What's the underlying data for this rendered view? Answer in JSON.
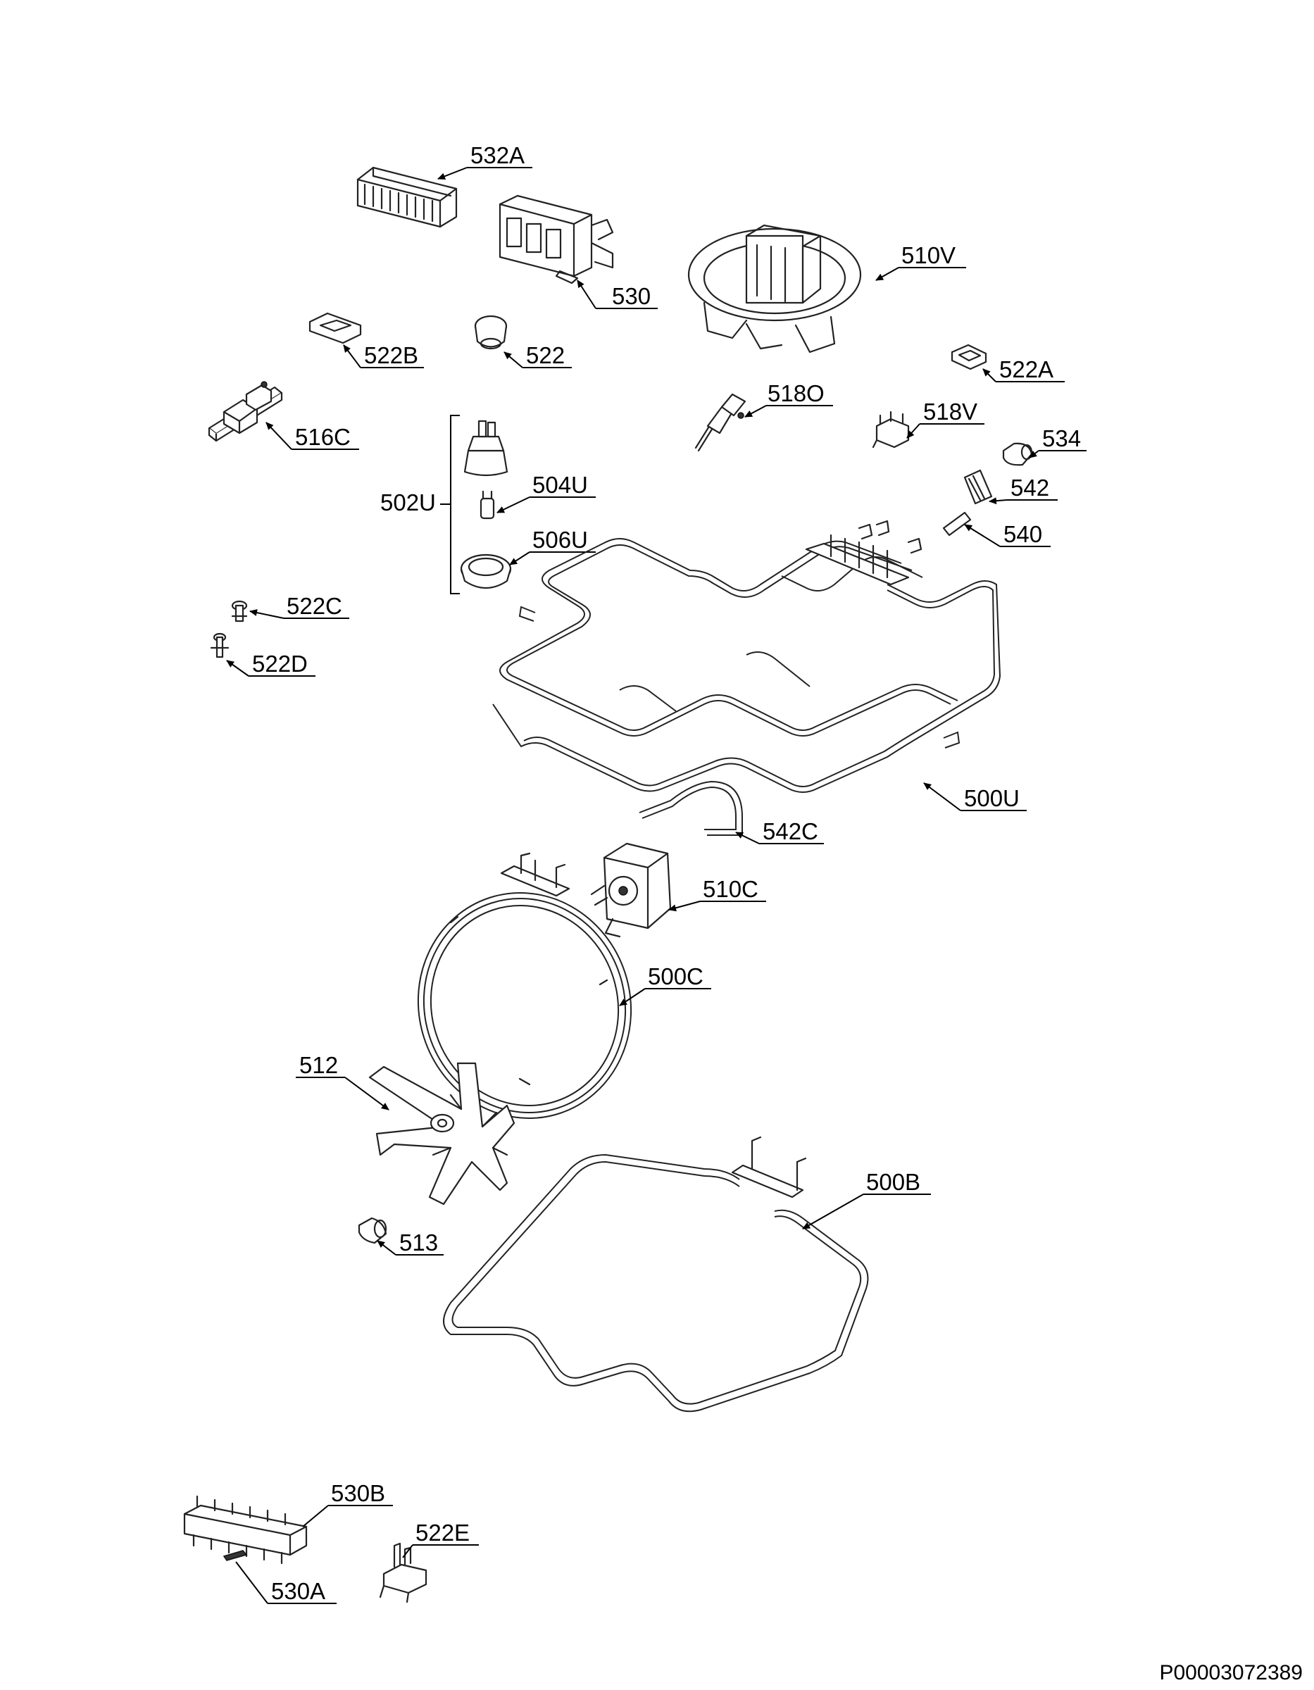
{
  "labels": {
    "p532A": "532A",
    "p530": "530",
    "p510V": "510V",
    "p522B": "522B",
    "p522": "522",
    "p522A": "522A",
    "p516C": "516C",
    "p518O": "518O",
    "p518V": "518V",
    "p534": "534",
    "p502U": "502U",
    "p504U": "504U",
    "p542": "542",
    "p540": "540",
    "p506U": "506U",
    "p522C": "522C",
    "p522D": "522D",
    "p500U": "500U",
    "p542C": "542C",
    "p510C": "510C",
    "p500C": "500C",
    "p512": "512",
    "p500B": "500B",
    "p513": "513",
    "p530B": "530B",
    "p522E": "522E",
    "p530A": "530A"
  },
  "drawing_number": "P00003072389"
}
